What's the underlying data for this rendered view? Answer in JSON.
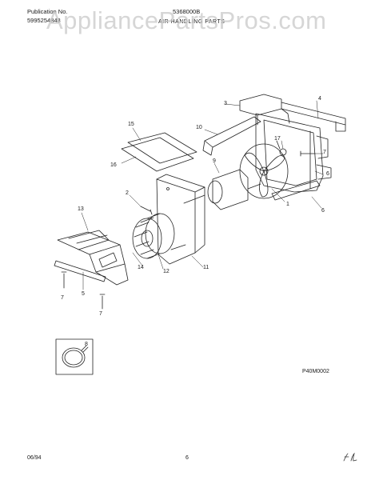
{
  "header": {
    "publication_label": "Publication No.",
    "publication_number": "5995254848",
    "model_number": "5368000B",
    "section_title": "AIR HANDLING PARTS"
  },
  "watermark": {
    "text": "AppliancePartsPros.com"
  },
  "diagram": {
    "code": "P40M0002",
    "callouts": [
      "1",
      "2",
      "3",
      "4",
      "5",
      "6",
      "6",
      "7",
      "7",
      "7",
      "8",
      "9",
      "10",
      "11",
      "12",
      "13",
      "14",
      "15",
      "16",
      "17"
    ]
  },
  "footer": {
    "date": "06/94",
    "page": "6"
  }
}
